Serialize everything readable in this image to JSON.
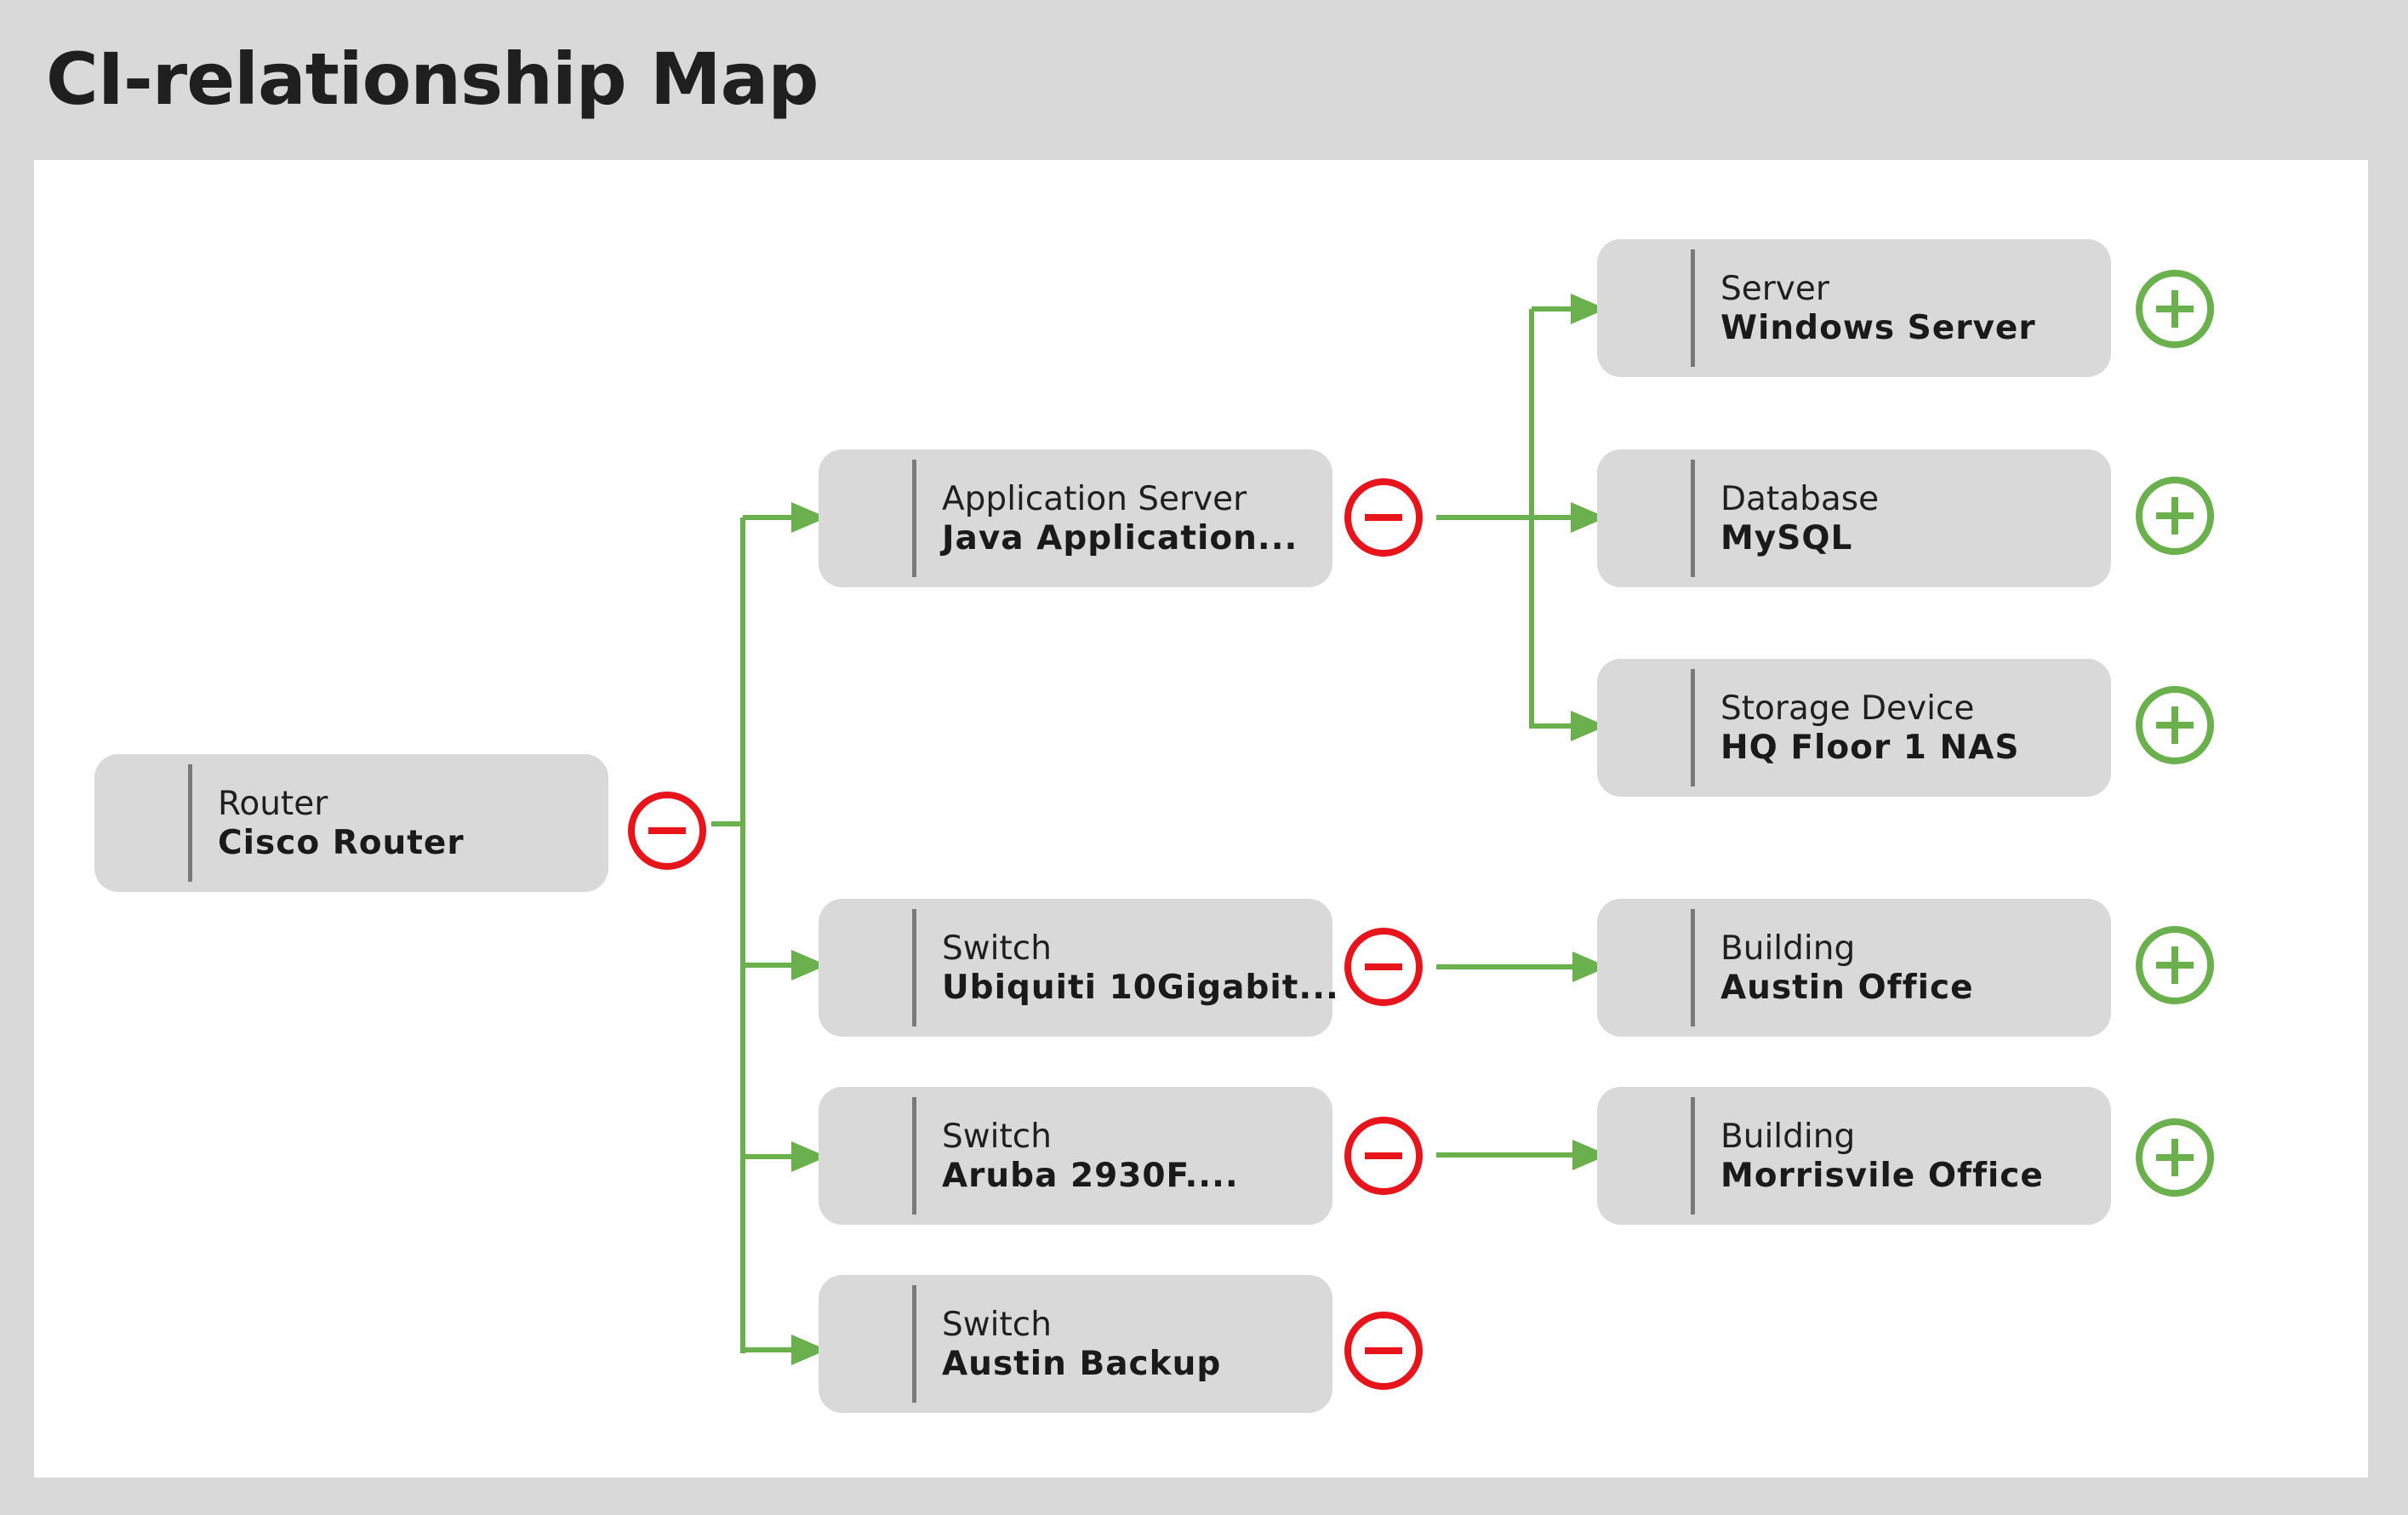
{
  "title": "CI-relationship Map",
  "colors": {
    "link": "#6ab04c",
    "collapse": "#e8141c",
    "expand": "#6ab04c",
    "node": "#d9d9d9"
  },
  "nodes": {
    "router": {
      "type": "Router",
      "name": "Cisco Router"
    },
    "app_server": {
      "type": "Application Server",
      "name": "Java Application..."
    },
    "switch_ubiquiti": {
      "type": "Switch",
      "name": "Ubiquiti 10Gigabit..."
    },
    "switch_aruba": {
      "type": "Switch",
      "name": "Aruba 2930F...."
    },
    "switch_austin_backup": {
      "type": "Switch",
      "name": "Austin Backup"
    },
    "server": {
      "type": "Server",
      "name": "Windows Server"
    },
    "database": {
      "type": "Database",
      "name": "MySQL"
    },
    "storage": {
      "type": "Storage Device",
      "name": "HQ Floor 1 NAS"
    },
    "building_austin": {
      "type": "Building",
      "name": "Austin Office"
    },
    "building_morrisvile": {
      "type": "Building",
      "name": "Morrisvile Office"
    }
  },
  "edges": [
    {
      "from": "router",
      "to": "app_server"
    },
    {
      "from": "router",
      "to": "switch_ubiquiti"
    },
    {
      "from": "router",
      "to": "switch_aruba"
    },
    {
      "from": "router",
      "to": "switch_austin_backup"
    },
    {
      "from": "app_server",
      "to": "server"
    },
    {
      "from": "app_server",
      "to": "database"
    },
    {
      "from": "app_server",
      "to": "storage"
    },
    {
      "from": "switch_ubiquiti",
      "to": "building_austin"
    },
    {
      "from": "switch_aruba",
      "to": "building_morrisvile"
    }
  ],
  "toggles": {
    "router": "collapse",
    "app_server": "collapse",
    "switch_ubiquiti": "collapse",
    "switch_aruba": "collapse",
    "switch_austin_backup": "collapse",
    "server": "expand",
    "database": "expand",
    "storage": "expand",
    "building_austin": "expand",
    "building_morrisvile": "expand"
  }
}
